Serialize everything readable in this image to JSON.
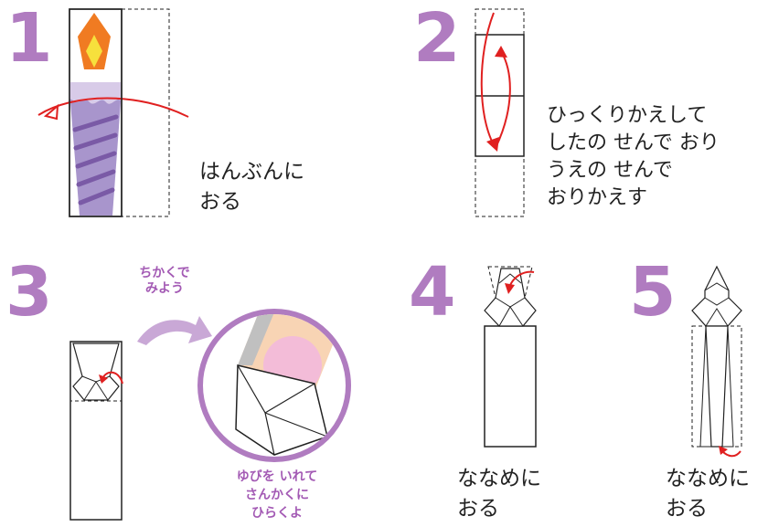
{
  "steps": [
    {
      "number": "1",
      "text": "はんぶんに\nおる"
    },
    {
      "number": "2",
      "text": "ひっくりかえして\nしたの せんで おり\nうえの せんで\nおりかえす"
    },
    {
      "number": "3",
      "text": ""
    },
    {
      "number": "4",
      "text": "ななめに\nおる"
    },
    {
      "number": "5",
      "text": "ななめに\nおる"
    }
  ],
  "notes": {
    "look_closer": "ちかくで\nみよう",
    "finger_tip": "ゆびを いれて\nさんかくに\nひらくよ"
  },
  "colors": {
    "step_number": "#b07cc0",
    "note_purple": "#a35ab4",
    "arrow_red": "#e02020",
    "candle_body": "#a895cc",
    "candle_stripe": "#7a5aa6",
    "flame_outer": "#f07b22",
    "flame_inner": "#f7e03c",
    "finger": "#f8d4b4",
    "nail": "#f3bcd8"
  }
}
